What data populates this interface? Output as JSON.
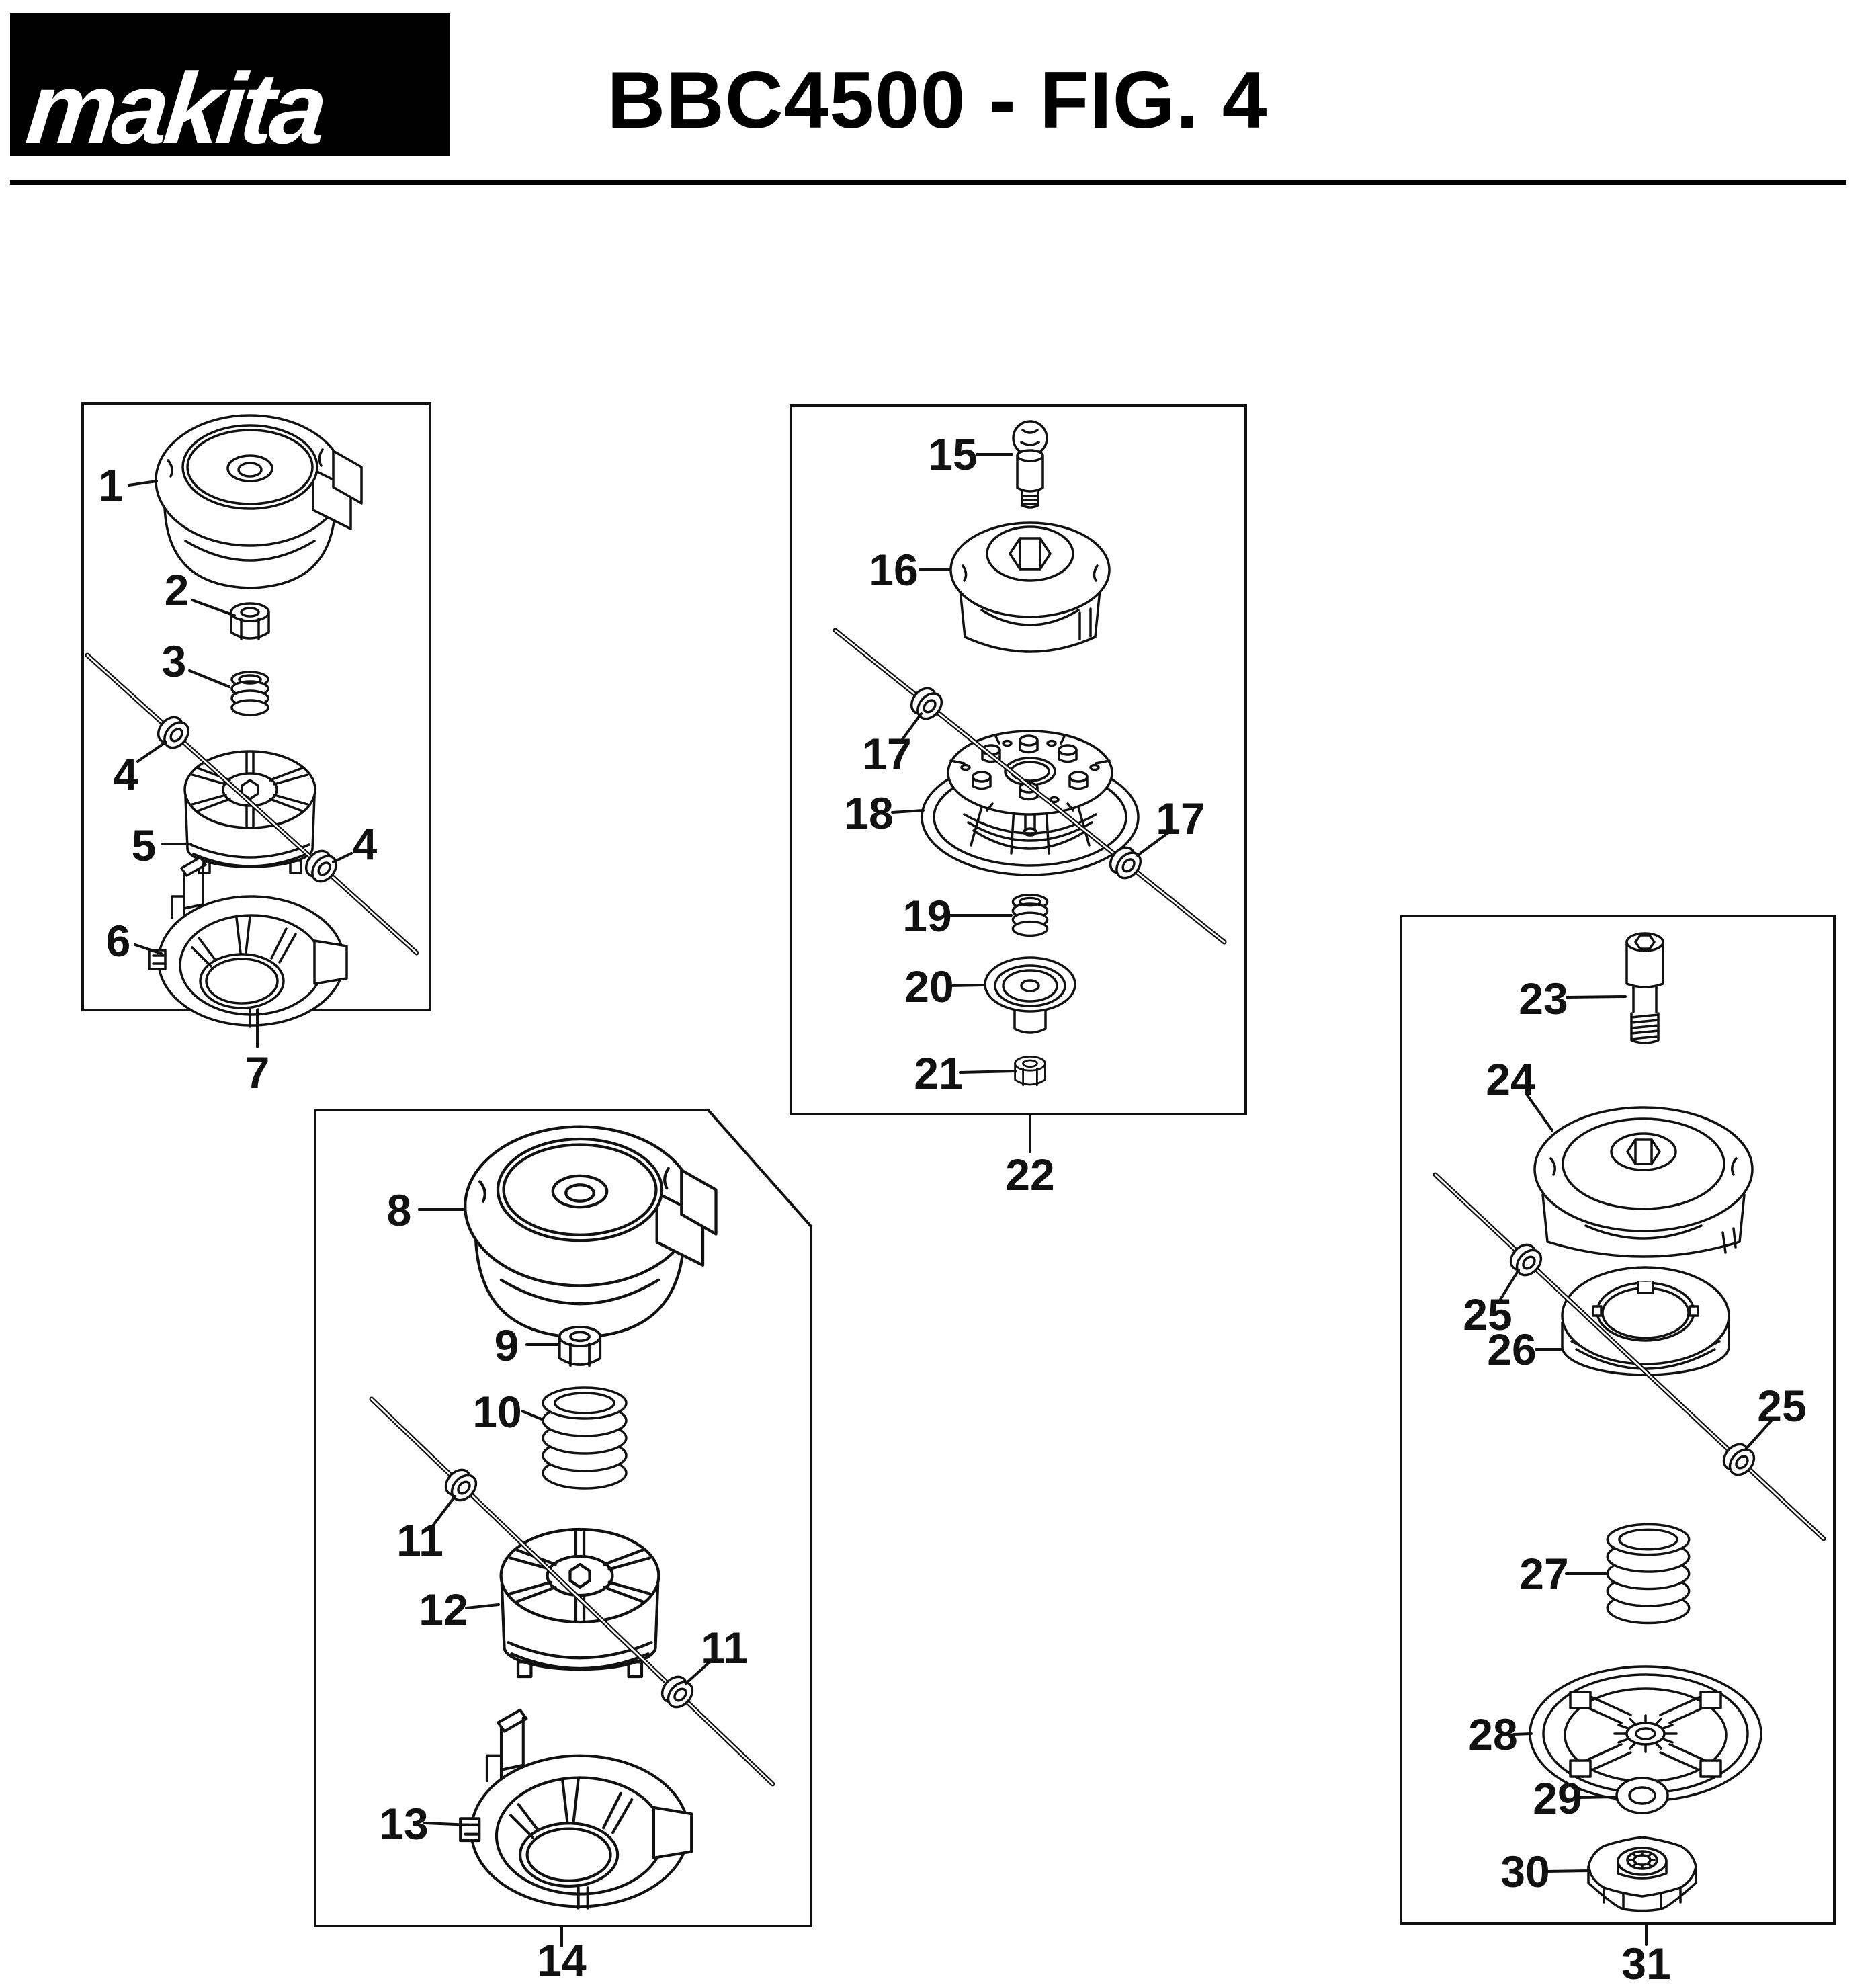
{
  "header": {
    "logo_text": "makita",
    "title": "BBC4500 - FIG. 4"
  },
  "parts": {
    "p1": "1",
    "p2": "2",
    "p3": "3",
    "p4": "4",
    "p5": "5",
    "p6": "6",
    "p7": "7",
    "p8": "8",
    "p9": "9",
    "p10": "10",
    "p11": "11",
    "p12": "12",
    "p13": "13",
    "p14": "14",
    "p15": "15",
    "p16": "16",
    "p17": "17",
    "p18": "18",
    "p19": "19",
    "p20": "20",
    "p21": "21",
    "p22": "22",
    "p23": "23",
    "p24": "24",
    "p25": "25",
    "p26": "26",
    "p27": "27",
    "p28": "28",
    "p29": "29",
    "p30": "30",
    "p31": "31"
  },
  "colors": {
    "ink": "#111111",
    "paper": "#ffffff"
  }
}
